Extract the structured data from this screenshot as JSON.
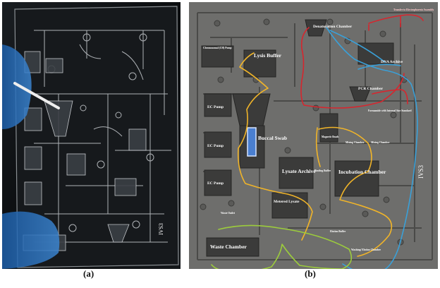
{
  "figure": {
    "caption_a": "(a)",
    "caption_b": "(b)"
  },
  "panel_b": {
    "labels": {
      "chromosomal_pump": "Chromosomal (CH) Pump",
      "lysis_buffer": "Lysis Buffer",
      "ec_pump_1": "EC Pump",
      "ec_pump_2": "EC Pump",
      "ec_pump_3": "EC Pump",
      "buccal_swab": "Buccal Swab",
      "lysate_archive": "Lysate Archive",
      "metered_lysate": "Metered Lysate",
      "waste_outlet": "Waste Outlet",
      "waste_chamber": "Waste Chamber",
      "denaturation_chamber": "Denaturation Chamber",
      "transfer_to_electrophoresis": "Transfer to Electrophoresis Assembly",
      "dna_archive": "DNA Archive",
      "pcr_chamber": "PCR Chamber",
      "formamide_standard": "Formamide with Internal Size Standard",
      "magnetic_beads": "Magnetic Beads",
      "mixing_chamber_1": "Mixing Chamber",
      "mixing_chamber_2": "Mixing Chamber",
      "binding_buffer": "Binding Buffer",
      "incubation_chamber": "Incubation Chamber",
      "elution_buffer": "Elution Buffer",
      "washing_elution_chamber": "Washing/ Elution Chamber",
      "chip_mark": "IVS3"
    },
    "path_colors": {
      "lysis_path": "#f0b429",
      "pcr_path": "#d6262e",
      "wash_path": "#3aa0d8",
      "waste_path": "#9ccc3c"
    }
  }
}
